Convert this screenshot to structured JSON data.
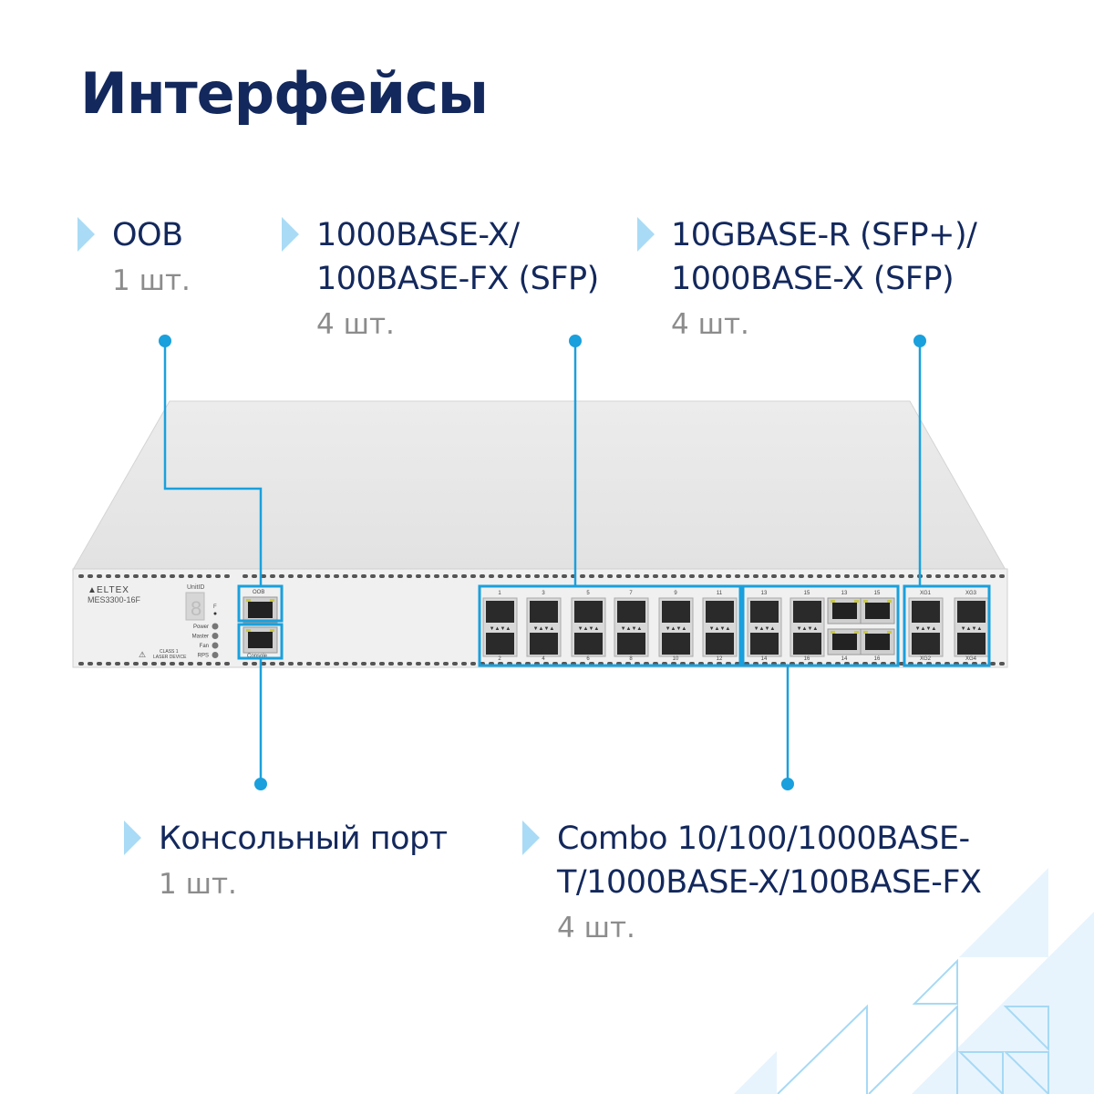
{
  "title": "Интерфейсы",
  "accent_color": "#1aa0dc",
  "text_color": "#13285c",
  "callouts": [
    {
      "id": "oob",
      "lines": [
        "OOB"
      ],
      "count": "1 шт."
    },
    {
      "id": "sfp",
      "lines": [
        "1000BASE-X/",
        "100BASE-FX (SFP)"
      ],
      "count": "4 шт."
    },
    {
      "id": "sfpplus",
      "lines": [
        "10GBASE-R (SFP+)/",
        "1000BASE-X (SFP)"
      ],
      "count": "4 шт."
    },
    {
      "id": "console",
      "lines": [
        "Консольный порт"
      ],
      "count": "1 шт."
    },
    {
      "id": "combo",
      "lines": [
        "Combo 10/100/1000BASE-",
        "T/1000BASE-X/100BASE-FX"
      ],
      "count": "4 шт."
    }
  ],
  "device": {
    "brand": "ELTEX",
    "model": "MES3300-16F",
    "unit_id": "UnitID",
    "unit_digit": "8",
    "f_label": "F",
    "leds": [
      "Power",
      "Master",
      "Fan",
      "RPS"
    ],
    "laser": [
      "CLASS 1",
      "LASER DEVICE"
    ],
    "oob_label": "OOB",
    "console_label": "Console",
    "sfp_top": [
      "1",
      "3",
      "5",
      "7",
      "9",
      "11"
    ],
    "sfp_bottom": [
      "2",
      "4",
      "6",
      "8",
      "10",
      "12"
    ],
    "combo_sfp_top": [
      "13",
      "15"
    ],
    "combo_sfp_bottom": [
      "14",
      "16"
    ],
    "combo_rj_top": [
      "13",
      "15"
    ],
    "combo_rj_bottom": [
      "14",
      "16"
    ],
    "xg_top": [
      "XG1",
      "XG3"
    ],
    "xg_bottom": [
      "XG2",
      "XG4"
    ]
  }
}
